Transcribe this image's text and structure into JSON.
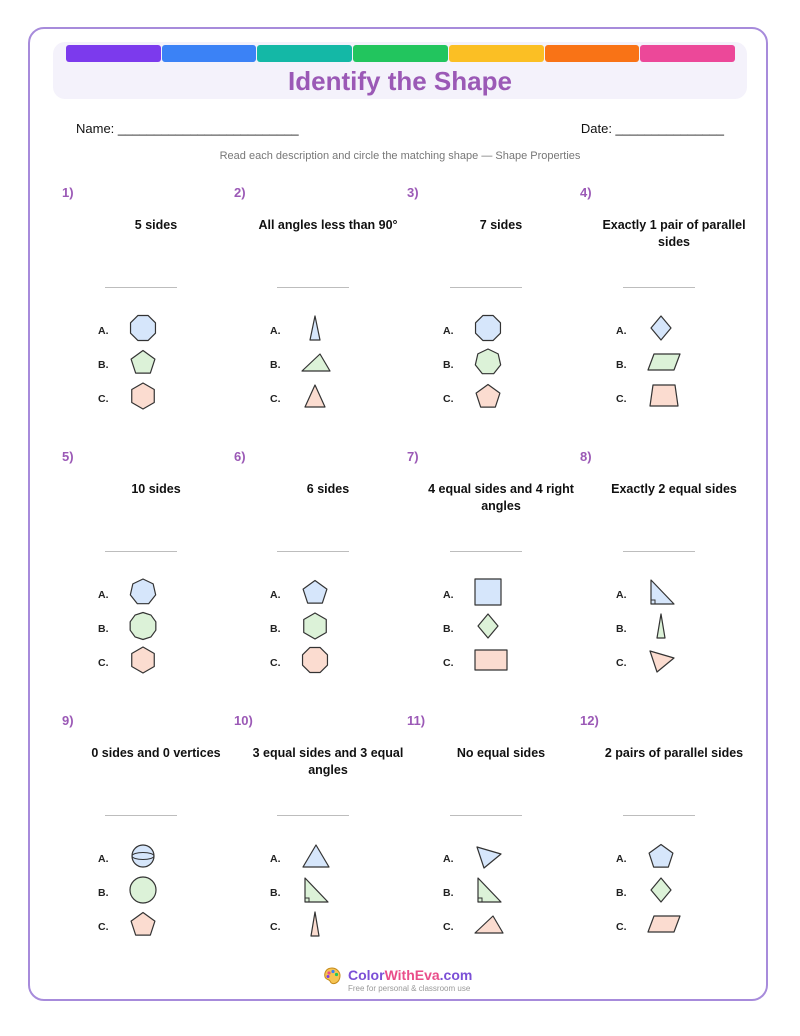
{
  "header": {
    "title": "Identify the Shape",
    "name_label": "Name: _________________________",
    "date_label": "Date: _______________",
    "instructions": "Read each description and circle the matching shape — Shape Properties",
    "bar_colors": [
      "#7c3aed",
      "#3b82f6",
      "#14b8a6",
      "#22c55e",
      "#fbbf24",
      "#f97316",
      "#ec4899"
    ]
  },
  "colors": {
    "A": "#d6e6fb",
    "B": "#dcf2d8",
    "C": "#fbdcd0",
    "stroke": "#333333",
    "accent": "#9b59b6"
  },
  "problems": [
    {
      "number": "1)",
      "description": "5 sides",
      "choices": [
        {
          "letter": "A.",
          "shape": "octagon-icon"
        },
        {
          "letter": "B.",
          "shape": "pentagon-icon"
        },
        {
          "letter": "C.",
          "shape": "hexagon-icon"
        }
      ]
    },
    {
      "number": "2)",
      "description": "All angles less than 90°",
      "choices": [
        {
          "letter": "A.",
          "shape": "acute-triangle-tall-icon"
        },
        {
          "letter": "B.",
          "shape": "obtuse-triangle-icon"
        },
        {
          "letter": "C.",
          "shape": "isosceles-triangle-icon"
        }
      ]
    },
    {
      "number": "3)",
      "description": "7 sides",
      "choices": [
        {
          "letter": "A.",
          "shape": "octagon-icon"
        },
        {
          "letter": "B.",
          "shape": "heptagon-icon"
        },
        {
          "letter": "C.",
          "shape": "pentagon-icon"
        }
      ]
    },
    {
      "number": "4)",
      "description": "Exactly 1 pair of parallel sides",
      "choices": [
        {
          "letter": "A.",
          "shape": "rhombus-icon"
        },
        {
          "letter": "B.",
          "shape": "parallelogram-icon"
        },
        {
          "letter": "C.",
          "shape": "trapezoid-icon"
        }
      ]
    },
    {
      "number": "5)",
      "description": "10 sides",
      "choices": [
        {
          "letter": "A.",
          "shape": "heptagon-icon"
        },
        {
          "letter": "B.",
          "shape": "decagon-icon"
        },
        {
          "letter": "C.",
          "shape": "hexagon-icon"
        }
      ]
    },
    {
      "number": "6)",
      "description": "6 sides",
      "choices": [
        {
          "letter": "A.",
          "shape": "pentagon-icon"
        },
        {
          "letter": "B.",
          "shape": "hexagon-icon"
        },
        {
          "letter": "C.",
          "shape": "octagon-icon"
        }
      ]
    },
    {
      "number": "7)",
      "description": "4 equal sides and 4 right angles",
      "choices": [
        {
          "letter": "A.",
          "shape": "square-icon"
        },
        {
          "letter": "B.",
          "shape": "rhombus-icon"
        },
        {
          "letter": "C.",
          "shape": "rectangle-icon"
        }
      ]
    },
    {
      "number": "8)",
      "description": "Exactly 2 equal sides",
      "choices": [
        {
          "letter": "A.",
          "shape": "right-triangle-icon"
        },
        {
          "letter": "B.",
          "shape": "isosceles-triangle-tall-icon"
        },
        {
          "letter": "C.",
          "shape": "scalene-triangle-icon"
        }
      ]
    },
    {
      "number": "9)",
      "description": "0 sides and 0 vertices",
      "choices": [
        {
          "letter": "A.",
          "shape": "sphere-icon"
        },
        {
          "letter": "B.",
          "shape": "circle-icon"
        },
        {
          "letter": "C.",
          "shape": "pentagon-icon"
        }
      ]
    },
    {
      "number": "10)",
      "description": "3 equal sides and 3 equal angles",
      "choices": [
        {
          "letter": "A.",
          "shape": "equilateral-triangle-icon"
        },
        {
          "letter": "B.",
          "shape": "right-triangle-icon"
        },
        {
          "letter": "C.",
          "shape": "isosceles-triangle-tall-icon"
        }
      ]
    },
    {
      "number": "11)",
      "description": "No equal sides",
      "choices": [
        {
          "letter": "A.",
          "shape": "scalene-triangle-icon"
        },
        {
          "letter": "B.",
          "shape": "right-triangle-icon"
        },
        {
          "letter": "C.",
          "shape": "obtuse-triangle-icon"
        }
      ]
    },
    {
      "number": "12)",
      "description": "2 pairs of parallel sides",
      "choices": [
        {
          "letter": "A.",
          "shape": "pentagon-icon"
        },
        {
          "letter": "B.",
          "shape": "rhombus-icon"
        },
        {
          "letter": "C.",
          "shape": "parallelogram-icon"
        }
      ]
    }
  ],
  "footer": {
    "brand_part1": "Color",
    "brand_part2": "WithEva",
    "brand_part3": ".com",
    "tagline": "Free for personal & classroom use",
    "logo": "palette-icon"
  }
}
